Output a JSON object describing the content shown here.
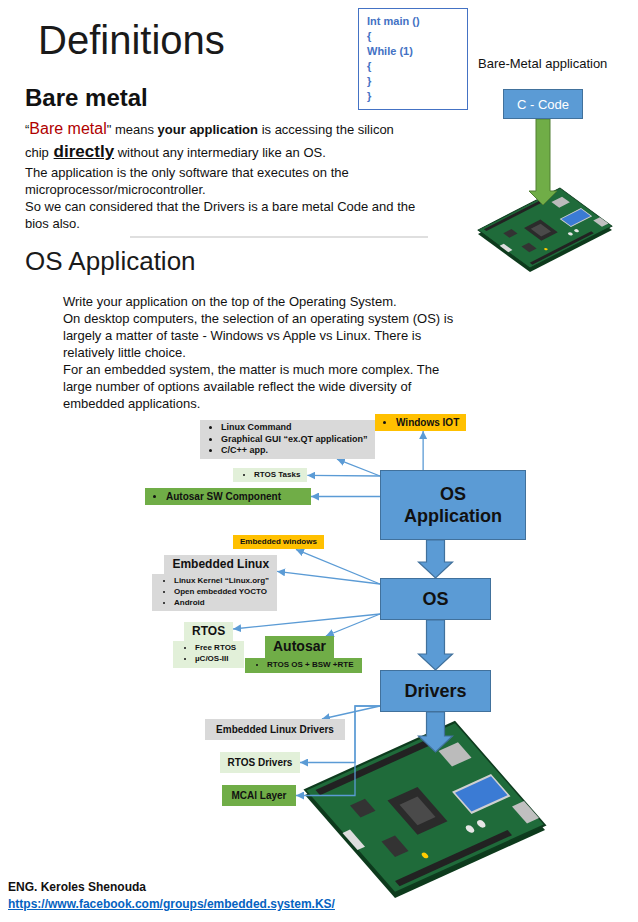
{
  "diagram": {
    "title": "Definitions",
    "nodes": [
      {
        "text": [
          "Int main ()",
          "{",
          "While (1)",
          "{",
          "}",
          "}"
        ]
      },
      {
        "text": [
          "C - Code"
        ]
      },
      {
        "text": [
          "Windows IOT"
        ]
      },
      {
        "text": [
          "Linux Command",
          "Graphical GUI “ex.QT application”",
          "C/C++ app."
        ]
      },
      {
        "text": [
          "RTOS Tasks"
        ]
      },
      {
        "text": [
          "OS Application"
        ]
      },
      {
        "text": [
          "Autosar SW Component"
        ]
      },
      {
        "text": [
          "Embedded windows"
        ]
      },
      {
        "text": [
          "Embedded Linux",
          "Linux Kernel “Linux.org”",
          "Open embedded YOCTO",
          "Android"
        ]
      },
      {
        "text": [
          "OS"
        ]
      },
      {
        "text": [
          "RTOS",
          "Free RTOS",
          "µC/OS-III"
        ]
      },
      {
        "text": [
          "Autosar",
          "RTOS OS + BSW +RTE"
        ]
      },
      {
        "text": [
          "Drivers"
        ]
      },
      {
        "text": [
          "Embedded Linux Drivers"
        ]
      },
      {
        "text": [
          "RTOS Drivers"
        ]
      },
      {
        "text": [
          "MCAl Layer"
        ]
      }
    ],
    "edges": [
      {
        "from": 5,
        "to": 2,
        "arrow": "to"
      },
      {
        "from": 5,
        "to": 3,
        "arrow": "to"
      },
      {
        "from": 5,
        "to": 4,
        "arrow": "to"
      },
      {
        "from": 5,
        "to": 6,
        "arrow": "to"
      },
      {
        "from": 5,
        "to": 9,
        "arrow": "to"
      },
      {
        "from": 9,
        "to": 7,
        "arrow": "to"
      },
      {
        "from": 9,
        "to": 8,
        "arrow": "to"
      },
      {
        "from": 9,
        "to": 10,
        "arrow": "to"
      },
      {
        "from": 9,
        "to": 11,
        "arrow": "to"
      },
      {
        "from": 9,
        "to": 12,
        "arrow": "to"
      },
      {
        "from": 12,
        "to": 13,
        "arrow": "to"
      },
      {
        "from": 12,
        "to": 14,
        "arrow": "to"
      },
      {
        "from": 12,
        "to": 15,
        "arrow": "to"
      }
    ],
    "labels": [
      "Bare-Metal application",
      "Bare metal",
      "“",
      "Bare metal",
      "\" means",
      "your application",
      "is accessing the silicon chip",
      "directly",
      "without any intermediary like an OS.",
      "The application is the only software that executes on the microprocessor/microcontroller.",
      "So we can considered that the Drivers is a bare metal Code and the bios also.",
      "OS Application",
      "Write your application on the top of the Operating System.",
      "On desktop computers, the selection of an operating system (OS) is largely a matter of taste - Windows vs Apple vs Linux. There is relatively little choice.",
      "For an embedded system, the matter is much more complex. The large number of options available reflect the wide diversity of embedded applications.",
      "ENG. Keroles Shenouda",
      "https://www.facebook.com/groups/embedded.system.KS/"
    ]
  }
}
